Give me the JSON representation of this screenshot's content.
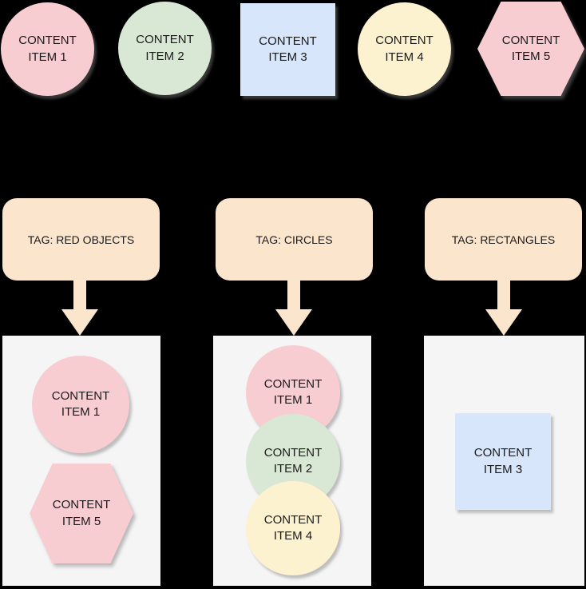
{
  "diagram": {
    "background": "#000000",
    "palette": {
      "pink": "#f8cdd2",
      "green": "#d9e8d4",
      "blue": "#d7e6fa",
      "yellow": "#fdf2d0",
      "tag_peach": "#fce5cd",
      "container_gray": "#f5f5f5",
      "text": "#1a1a1a"
    }
  },
  "source_items": [
    {
      "label": "CONTENT ITEM 1",
      "shape": "circle",
      "color": "#f8cdd2"
    },
    {
      "label": "CONTENT ITEM 2",
      "shape": "circle",
      "color": "#d9e8d4"
    },
    {
      "label": "CONTENT ITEM 3",
      "shape": "square",
      "color": "#d7e6fa"
    },
    {
      "label": "CONTENT ITEM 4",
      "shape": "circle",
      "color": "#fdf2d0"
    },
    {
      "label": "CONTENT ITEM 5",
      "shape": "hexagon",
      "color": "#f8cdd2"
    }
  ],
  "tag_groups": [
    {
      "tag_label": "TAG: RED OBJECTS",
      "members": [
        {
          "label": "CONTENT ITEM 1",
          "shape": "circle",
          "color": "#f8cdd2"
        },
        {
          "label": "CONTENT ITEM 5",
          "shape": "hexagon",
          "color": "#f8cdd2"
        }
      ]
    },
    {
      "tag_label": "TAG: CIRCLES",
      "members": [
        {
          "label": "CONTENT ITEM 1",
          "shape": "circle",
          "color": "#f8cdd2"
        },
        {
          "label": "CONTENT ITEM 2",
          "shape": "circle",
          "color": "#d9e8d4"
        },
        {
          "label": "CONTENT ITEM 4",
          "shape": "circle",
          "color": "#fdf2d0"
        }
      ]
    },
    {
      "tag_label": "TAG: RECTANGLES",
      "members": [
        {
          "label": "CONTENT ITEM 3",
          "shape": "square",
          "color": "#d7e6fa"
        }
      ]
    }
  ]
}
